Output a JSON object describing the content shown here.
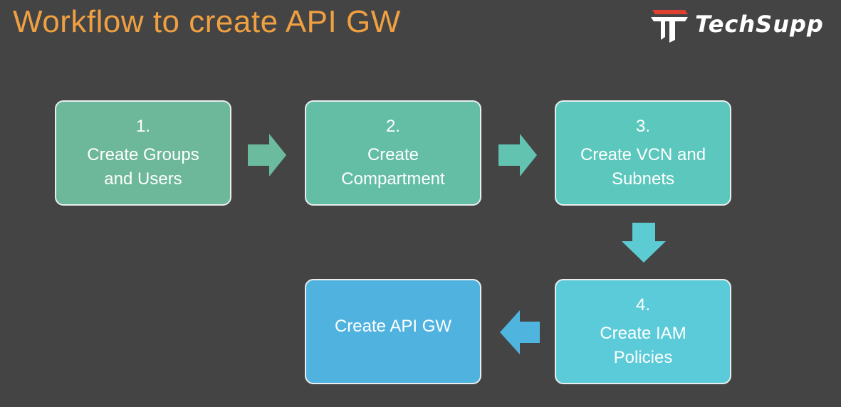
{
  "title": "Workflow to create API GW",
  "logo": {
    "text": "TechSupp",
    "icon": "techsupport-logo-icon",
    "accent_color": "#E04030"
  },
  "steps": [
    {
      "number": "1.",
      "line1": "Create Groups",
      "line2": "and Users",
      "color": "#6DB89A"
    },
    {
      "number": "2.",
      "line1": "Create",
      "line2": "Compartment",
      "color": "#64BEA6"
    },
    {
      "number": "3.",
      "line1": "Create VCN and",
      "line2": "Subnets",
      "color": "#5CC8BD"
    },
    {
      "number": "4.",
      "line1": "Create IAM",
      "line2": "Policies",
      "color": "#5CCBD9"
    },
    {
      "number": "",
      "line1": "Create API GW",
      "line2": "",
      "color": "#4FB2DF"
    }
  ],
  "arrows": [
    {
      "from": 1,
      "to": 2,
      "direction": "right",
      "color": "#6BBC9E"
    },
    {
      "from": 2,
      "to": 3,
      "direction": "right",
      "color": "#62C3B0"
    },
    {
      "from": 3,
      "to": 4,
      "direction": "down",
      "color": "#5CCBD2"
    },
    {
      "from": 4,
      "to": 5,
      "direction": "left",
      "color": "#4FB5DF"
    }
  ],
  "colors": {
    "background": "#444444",
    "title": "#F0A040"
  }
}
